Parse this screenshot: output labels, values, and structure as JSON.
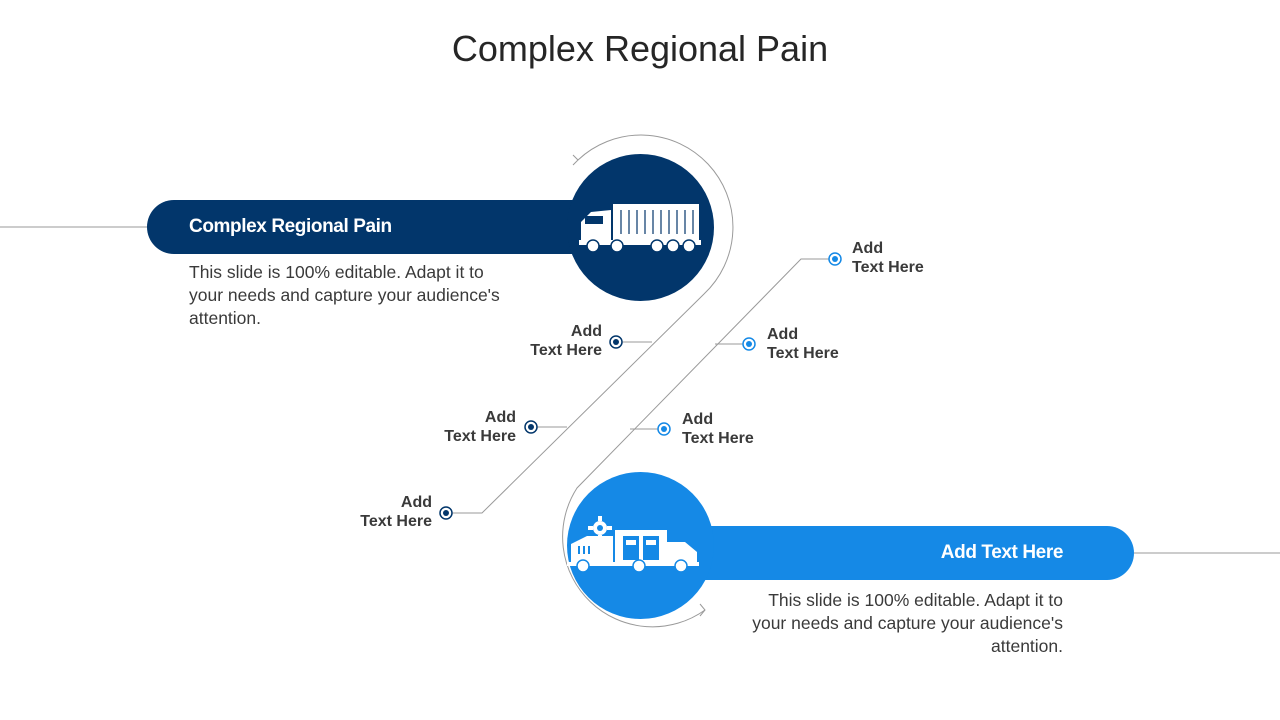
{
  "title": "Complex Regional Pain",
  "top_section": {
    "heading": "Complex Regional Pain",
    "description": "This slide is 100% editable. Adapt it to your needs and capture your audience's attention.",
    "icon": "truck-icon",
    "color": "#02366b"
  },
  "bottom_section": {
    "heading": "Add Text Here",
    "description": "This slide is 100% editable. Adapt it to your needs and capture your audience's attention.",
    "icon": "cargo-vehicle-icon",
    "color": "#1589e6"
  },
  "left_points": [
    {
      "line1": "Add",
      "line2": "Text Here"
    },
    {
      "line1": "Add",
      "line2": "Text Here"
    },
    {
      "line1": "Add",
      "line2": "Text Here"
    }
  ],
  "right_points": [
    {
      "line1": "Add",
      "line2": "Text Here"
    },
    {
      "line1": "Add",
      "line2": "Text Here"
    },
    {
      "line1": "Add",
      "line2": "Text Here"
    }
  ]
}
